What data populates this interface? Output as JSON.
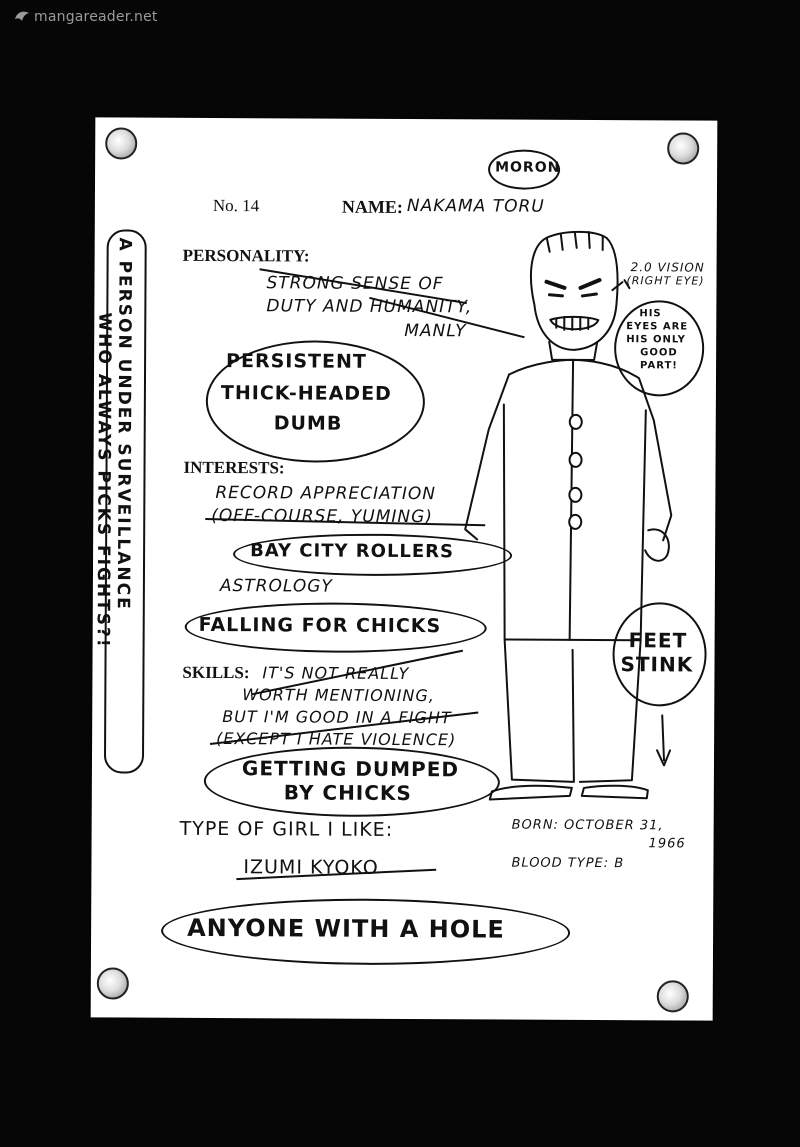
{
  "watermark": "mangareader.net",
  "profile": {
    "number": "No. 14",
    "moron": "MORON",
    "name_label": "NAME:",
    "name": "NAKAMA TORU",
    "personality_label": "PERSONALITY:",
    "personality_crossed": [
      "STRONG SENSE OF",
      "DUTY AND HUMANITY,",
      "MANLY"
    ],
    "personality_actual": [
      "PERSISTENT",
      "THICK-HEADED",
      "DUMB"
    ],
    "interests_label": "INTERESTS:",
    "interests": [
      "RECORD APPRECIATION",
      "(OFF-COURSE, YUMING)",
      "BAY CITY ROLLERS",
      "ASTROLOGY",
      "FALLING FOR CHICKS"
    ],
    "skills_label": "SKILLS:",
    "skills_crossed": [
      "IT'S NOT REALLY",
      "WORTH MENTIONING,",
      "BUT I'M GOOD IN A FIGHT",
      "(EXCEPT I HATE VIOLENCE)"
    ],
    "skills_actual": [
      "GETTING DUMPED",
      "BY CHICKS"
    ],
    "type_label": "TYPE OF GIRL I LIKE:",
    "type_crossed": "IZUMI KYOKO",
    "type_actual": "ANYONE WITH A HOLE",
    "born": [
      "BORN: OCTOBER 31,",
      "1966"
    ],
    "blood": "BLOOD TYPE: B",
    "side_note_1": "A PERSON UNDER SURVEILLANCE",
    "side_note_2": "WHO ALWAYS PICKS FIGHTS?!",
    "vision": [
      "2.0 VISION",
      "(RIGHT EYE)"
    ],
    "eyes_note": [
      "HIS",
      "EYES ARE",
      "HIS ONLY",
      "GOOD",
      "PART!"
    ],
    "feet_note": [
      "FEET",
      "STINK"
    ]
  }
}
